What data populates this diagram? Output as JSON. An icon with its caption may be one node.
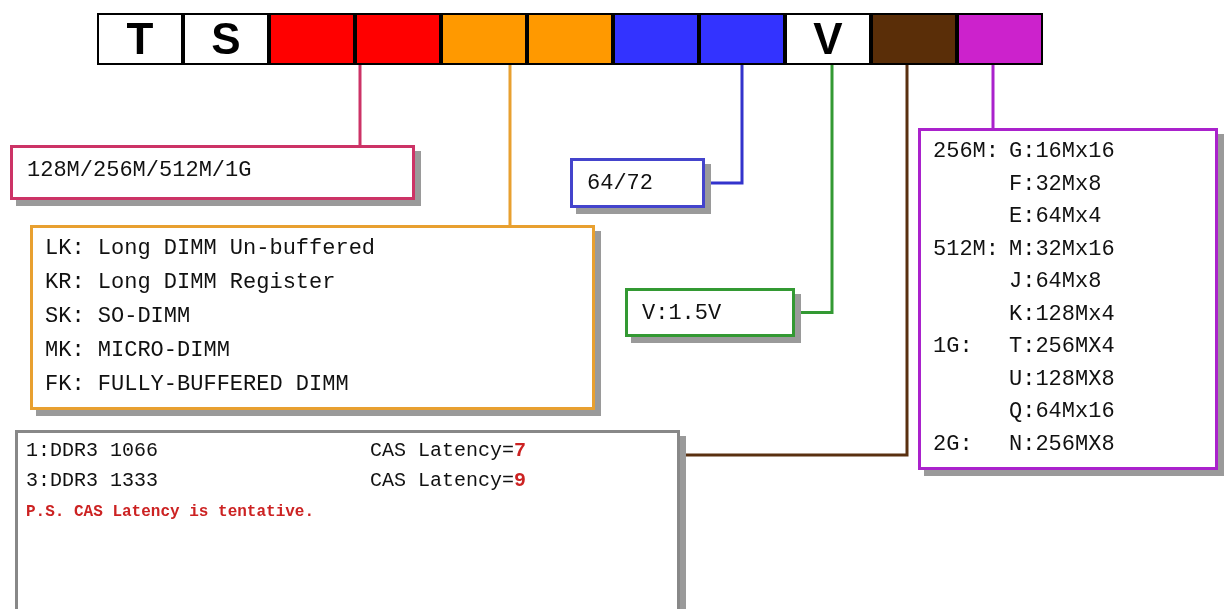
{
  "diagram": {
    "nodes": [
      {
        "text": [
          "T"
        ]
      },
      {
        "text": [
          "S"
        ]
      },
      {
        "text": [],
        "shape": "box"
      },
      {
        "text": [],
        "shape": "box"
      },
      {
        "text": [],
        "shape": "box"
      },
      {
        "text": [],
        "shape": "box"
      },
      {
        "text": [],
        "shape": "box"
      },
      {
        "text": [],
        "shape": "box"
      },
      {
        "text": [
          "V"
        ]
      },
      {
        "text": [],
        "shape": "box"
      },
      {
        "text": [],
        "shape": "box"
      },
      {
        "text": [
          "128M/256M/512M/1G"
        ]
      },
      {
        "text": [
          "LK: Long DIMM Un-buffered",
          "KR: Long DIMM Register",
          "SK: SO-DIMM",
          "MK: MICRO-DIMM",
          "FK: FULLY-BUFFERED DIMM"
        ]
      },
      {
        "text": [
          "64/72"
        ]
      },
      {
        "text": [
          "V:1.5V"
        ]
      },
      {
        "text": [
          "1:DDR3 1066",
          "CAS Latency=**7**",
          "3:DDR3 1333",
          "CAS Latency=**9**",
          "P.S. CAS Latency is tentative."
        ]
      },
      {
        "text": [
          "256M:",
          "G:16Mx16",
          "F:32Mx8",
          "E:64Mx4",
          "512M:",
          "M:32Mx16",
          "J:64Mx8",
          "K:128Mx4",
          "1G:",
          "T:256MX4",
          "U:128MX8",
          "Q:64Mx16",
          "2G:",
          "N:256MX8"
        ]
      }
    ],
    "edges": [
      {
        "from": 3,
        "to": 11,
        "arrow": "none",
        "color": "#cc3366"
      },
      {
        "from": 4,
        "to": 12,
        "arrow": "none",
        "color": "#e8a030"
      },
      {
        "from": 7,
        "to": 13,
        "arrow": "none",
        "color": "#3333cc"
      },
      {
        "from": 8,
        "to": 14,
        "arrow": "none",
        "color": "#339933"
      },
      {
        "from": 9,
        "to": 15,
        "arrow": "none",
        "color": "#5a3010"
      },
      {
        "from": 10,
        "to": 16,
        "arrow": "none",
        "color": "#aa22cc"
      }
    ]
  }
}
